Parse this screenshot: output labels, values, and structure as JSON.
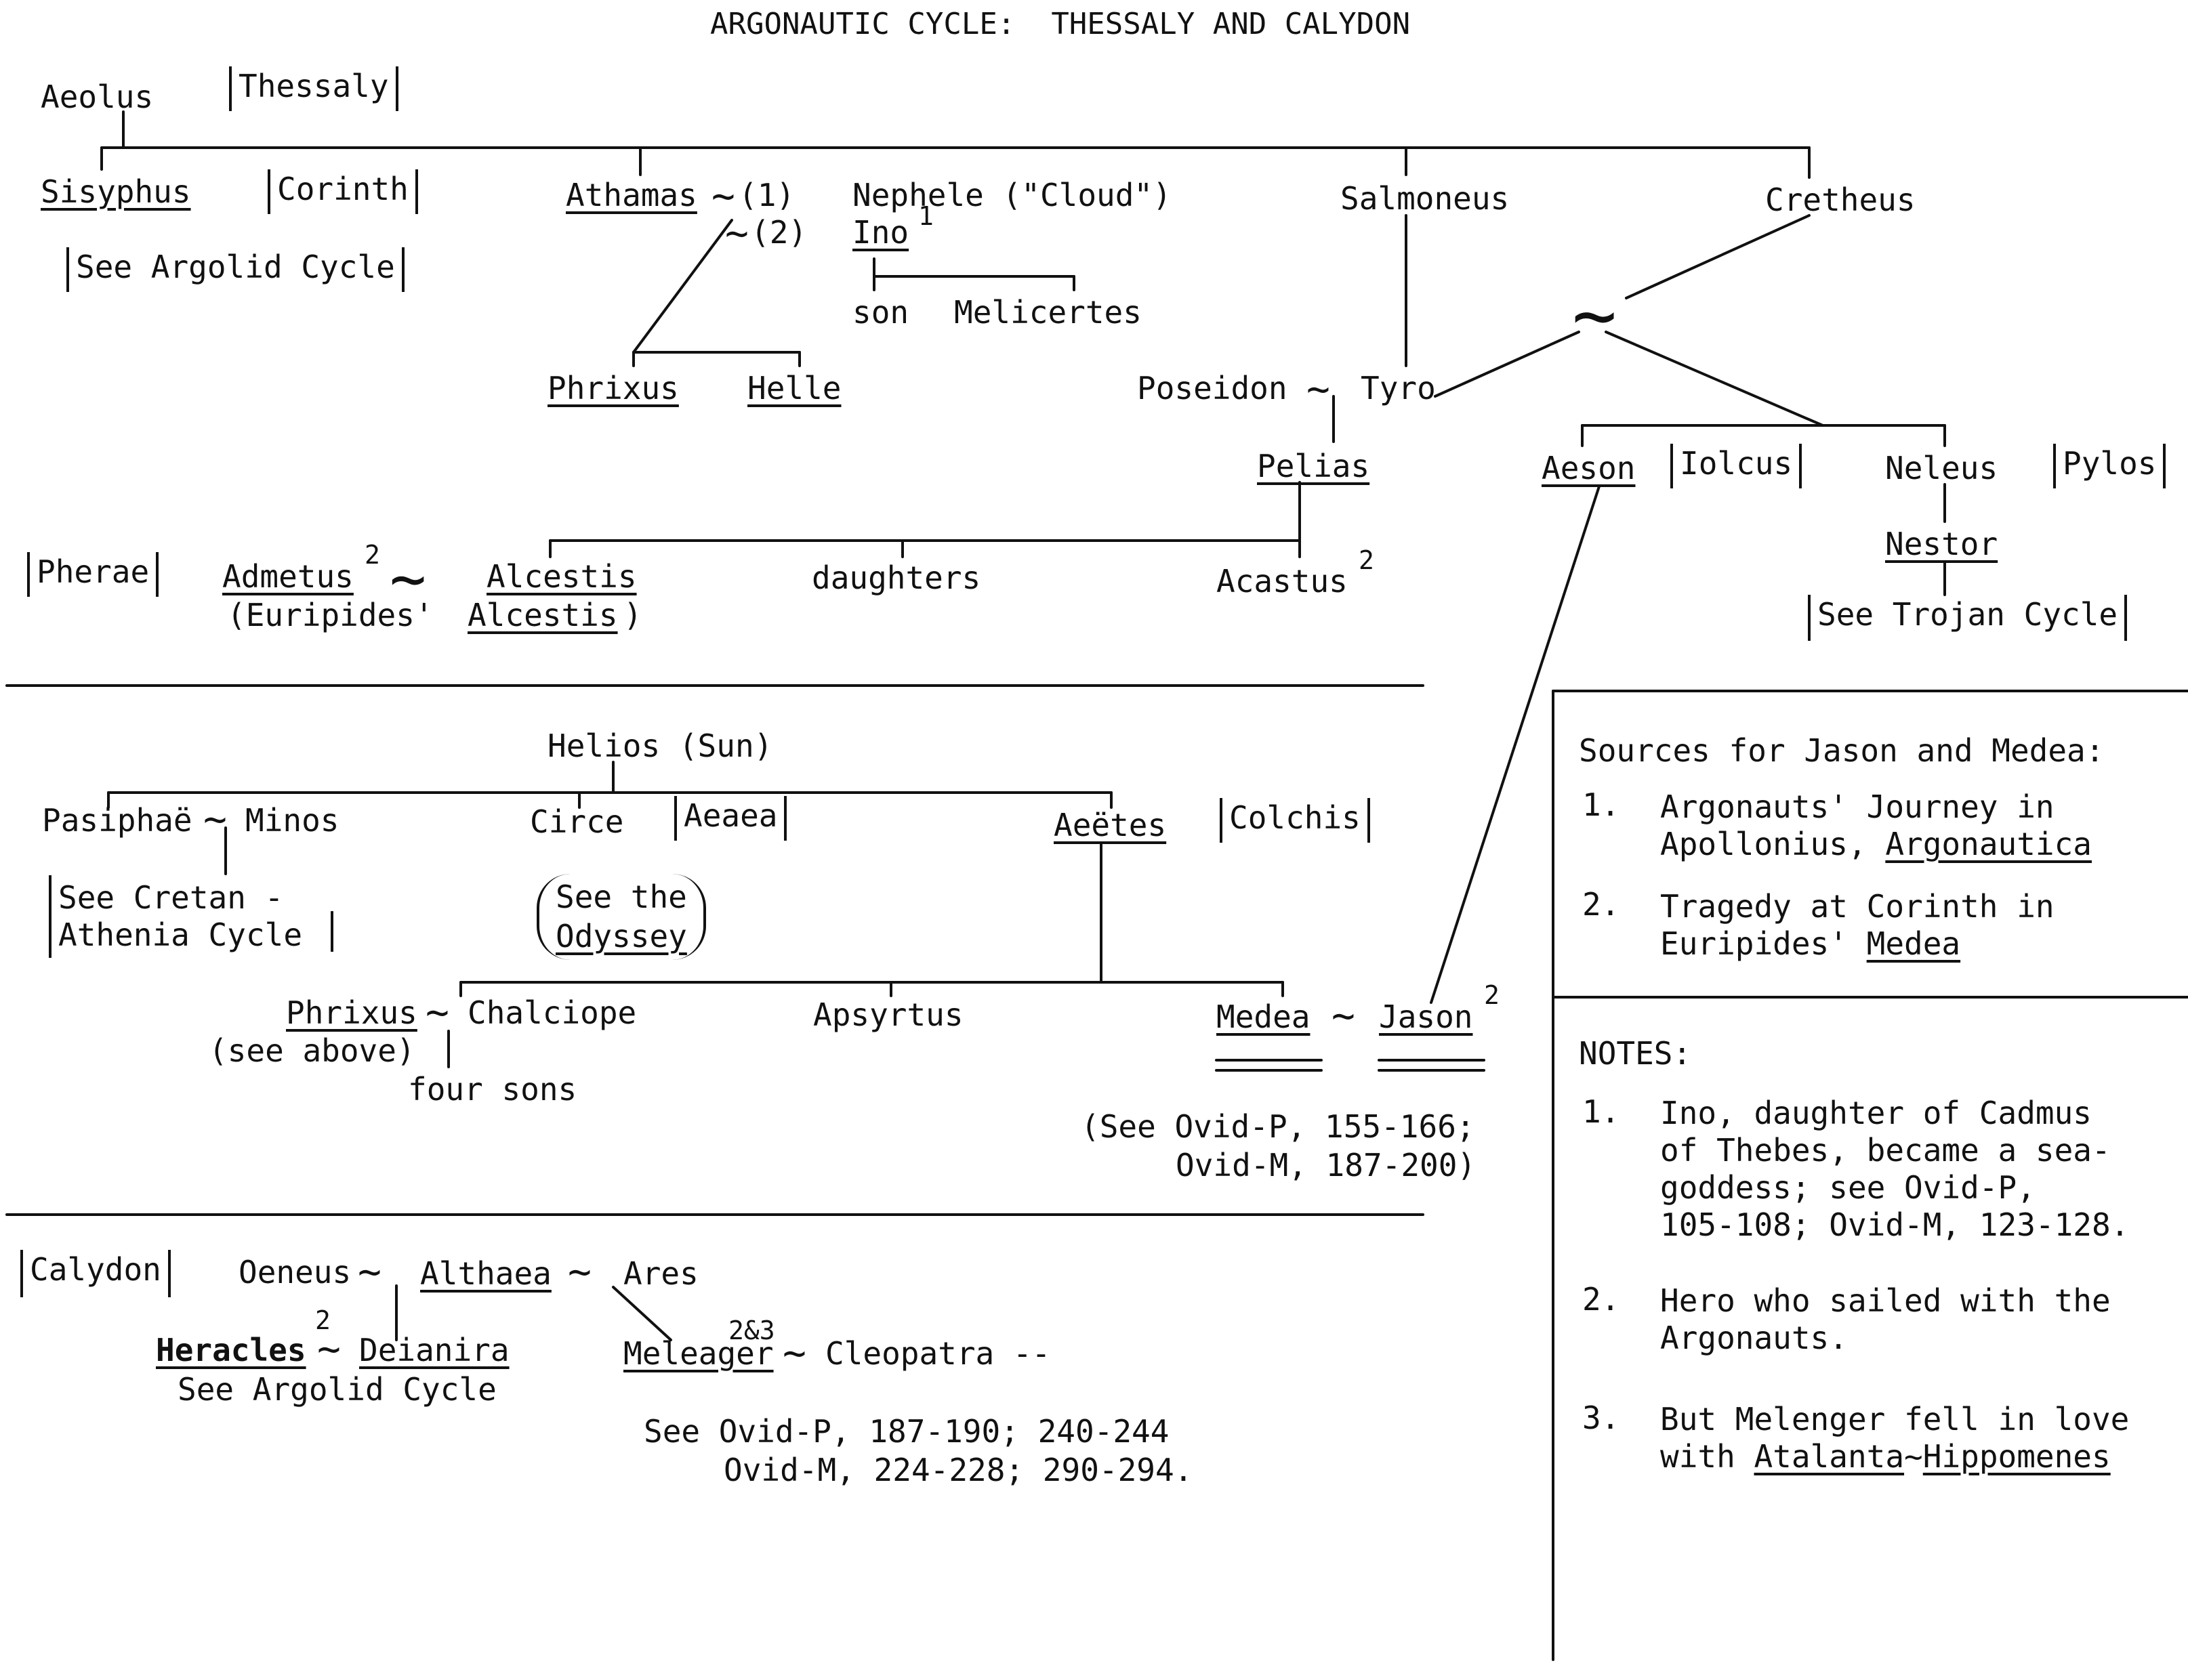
{
  "title": "ARGONAUTIC CYCLE:  THESSALY AND CALYDON",
  "tilde": "~",
  "regions": {
    "thessaly": "Thessaly",
    "corinth": "Corinth",
    "iolcus": "Iolcus",
    "pylos": "Pylos",
    "pherae": "Pherae",
    "aeaea": "Aeaea",
    "colchis": "Colchis",
    "calydon": "Calydon"
  },
  "refs": {
    "argolid": "See Argolid Cycle",
    "trojan": "See Trojan Cycle",
    "cretan_line1": "See Cretan -",
    "cretan_line2": "Athenia Cycle",
    "odyssey_line1": "See the",
    "odyssey_line2": "Odyssey",
    "argolid_heracles": "See Argolid Cycle"
  },
  "people": {
    "aeolus": "Aeolus",
    "sisyphus": "Sisyphus",
    "athamas": "Athamas",
    "nephele_marker": "(1)",
    "nephele": "Nephele (\"Cloud\")",
    "ino_marker": "(2)",
    "ino": "Ino",
    "son": "son",
    "melicertes": "Melicertes",
    "phrixus": "Phrixus",
    "helle": "Helle",
    "salmoneus": "Salmoneus",
    "cretheus": "Cretheus",
    "poseidon": "Poseidon",
    "tyro": "Tyro",
    "pelias": "Pelias",
    "aeson": "Aeson",
    "neleus": "Neleus",
    "nestor": "Nestor",
    "admetus": "Admetus",
    "alcestis": "Alcestis",
    "euripides_alcestis_a": "(Euripides'",
    "euripides_alcestis_b": "Alcestis",
    "euripides_alcestis_c": ")",
    "daughters": "daughters",
    "acastus": "Acastus",
    "helios": "Helios (Sun)",
    "pasiphae": "Pasiphaë",
    "minos": "Minos",
    "circe": "Circe",
    "aeetes": "Aeëtes",
    "phrixus2": "Phrixus",
    "chalciope": "Chalciope",
    "see_above": "(see above)",
    "four_sons": "four sons",
    "apsyrtus": "Apsyrtus",
    "medea": "Medea",
    "jason": "Jason",
    "oeneus": "Oeneus",
    "althaea": "Althaea",
    "ares": "Ares",
    "heracles": "Heracles",
    "deianira": "Deianira",
    "meleager": "Meleager",
    "cleopatra": "Cleopatra --"
  },
  "sups": {
    "ino": "1",
    "admetus": "2",
    "acastus": "2",
    "jason": "2",
    "heracles": "2",
    "meleager": "2&3"
  },
  "citations": {
    "medea_line1": "(See Ovid-P, 155-166;",
    "medea_line2": "Ovid-M, 187-200)",
    "calydon_line1": "See Ovid-P, 187-190; 240-244",
    "calydon_line2": "Ovid-M, 224-228; 290-294."
  },
  "sources": {
    "heading": "Sources for Jason and Medea:",
    "items": [
      {
        "num": "1.",
        "line1": "Argonauts' Journey in",
        "line2_pre": "Apollonius, ",
        "line2_title": "Argonautica"
      },
      {
        "num": "2.",
        "line1": "Tragedy at Corinth in",
        "line2_pre": "Euripides' ",
        "line2_title": "Medea"
      }
    ]
  },
  "notes": {
    "heading": "NOTES:",
    "items": [
      {
        "num": "1.",
        "lines": [
          "Ino, daughter of Cadmus",
          "of Thebes, became a sea-",
          "goddess; see Ovid-P,",
          "105-108; Ovid-M, 123-128."
        ]
      },
      {
        "num": "2.",
        "lines": [
          "Hero who sailed with the",
          "Argonauts."
        ]
      },
      {
        "num": "3.",
        "line1": "But Melenger fell in love",
        "line2_pre": "with ",
        "line2_a": "Atalanta",
        "line2_b": "Hippomenes"
      }
    ]
  }
}
